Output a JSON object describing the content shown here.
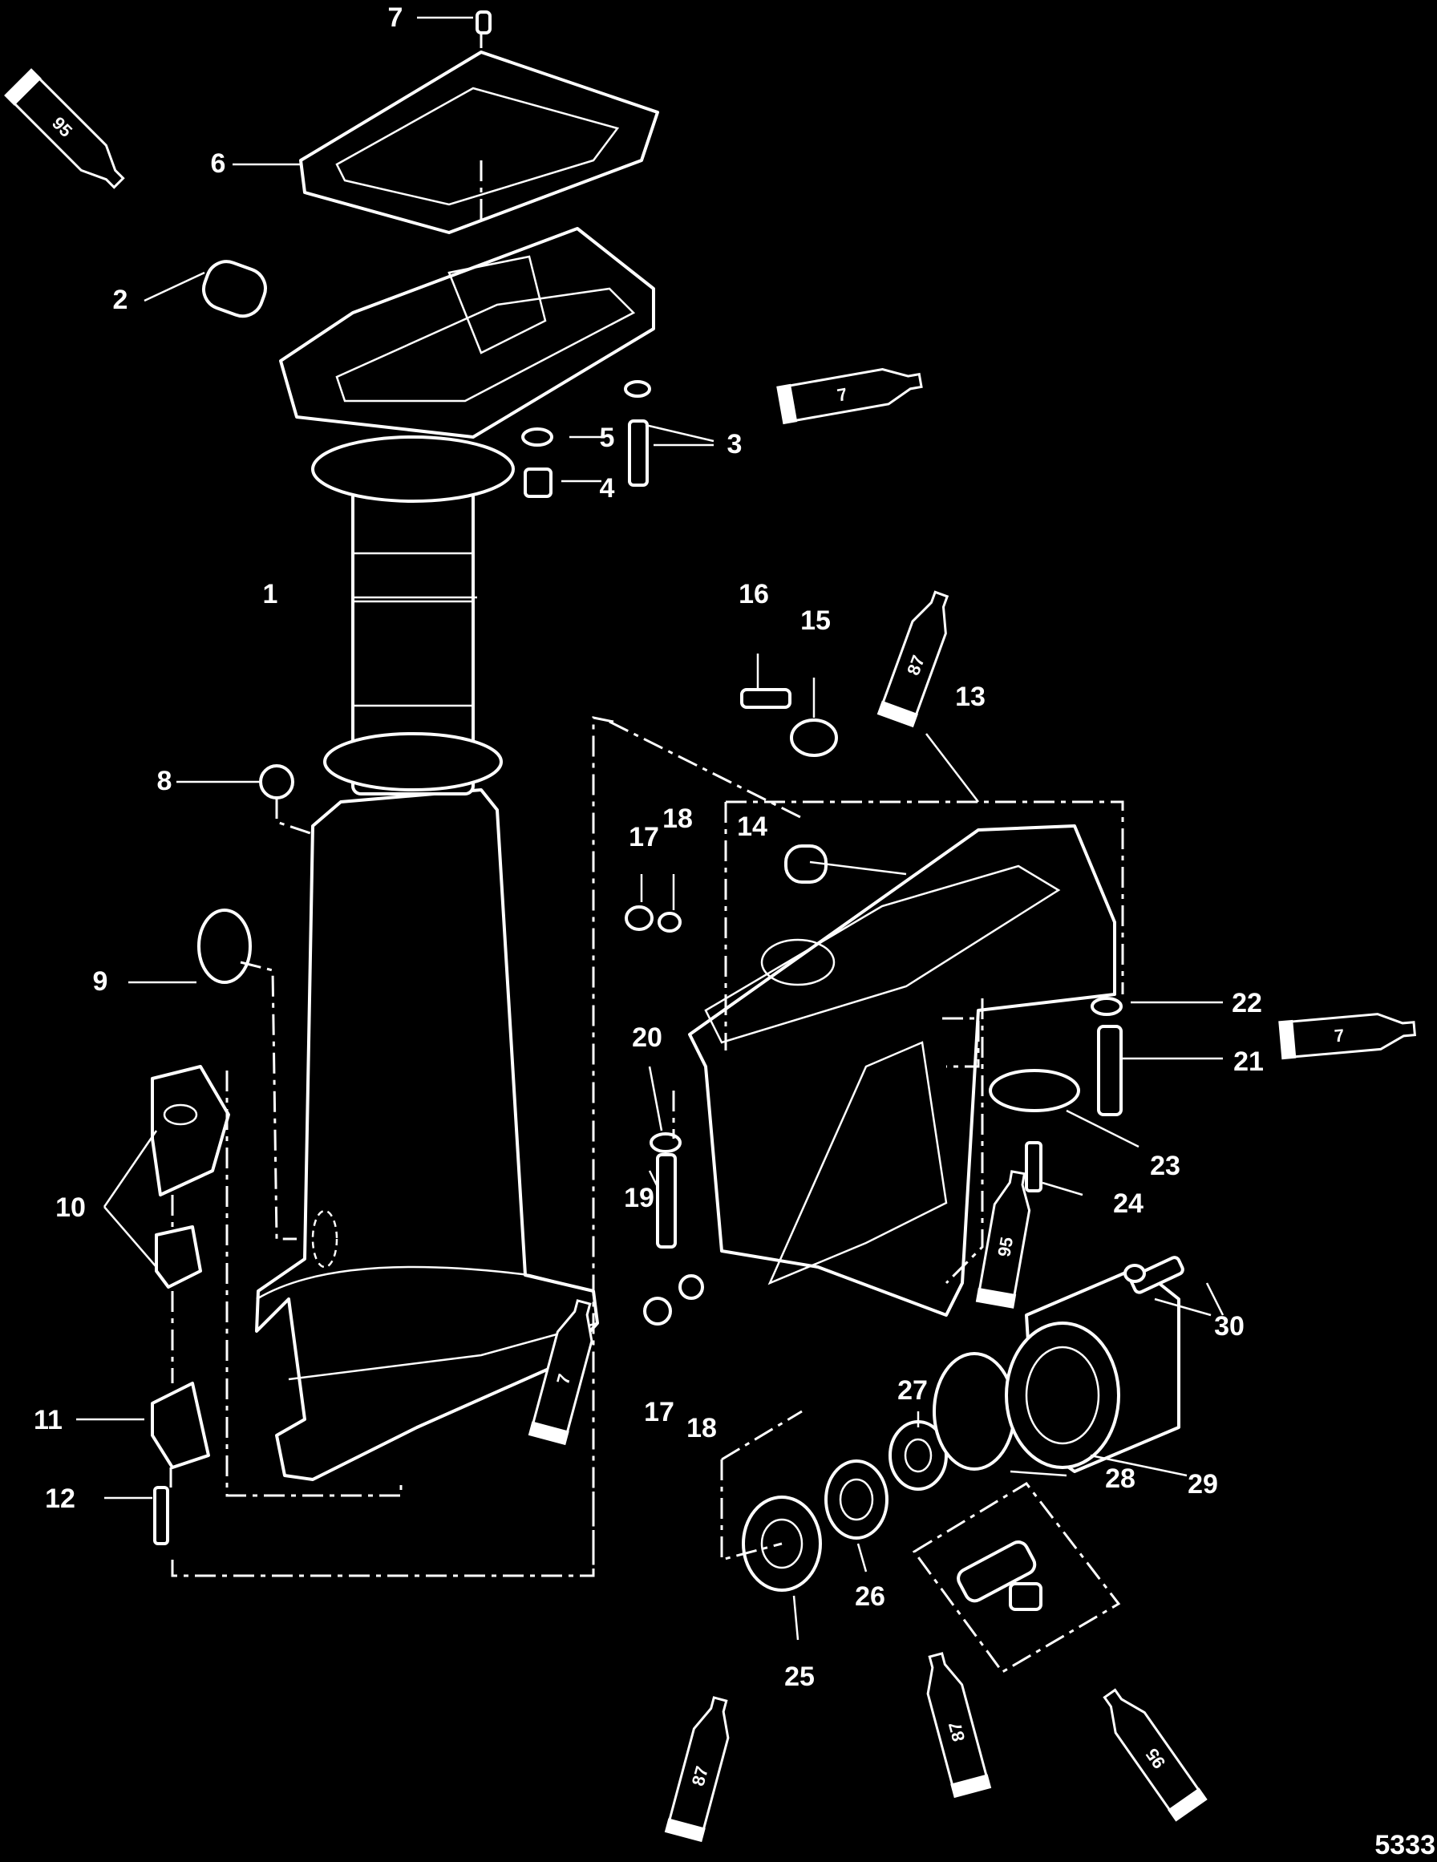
{
  "figure_number": "5333",
  "callouts": {
    "c1": "1",
    "c2": "2",
    "c3": "3",
    "c4": "4",
    "c5": "5",
    "c6": "6",
    "c7": "7",
    "c8": "8",
    "c9": "9",
    "c10": "10",
    "c11": "11",
    "c12": "12",
    "c13": "13",
    "c14": "14",
    "c15": "15",
    "c16": "16",
    "c17a": "17",
    "c18a": "18",
    "c17b": "17",
    "c18b": "18",
    "c19": "19",
    "c20": "20",
    "c21": "21",
    "c22": "22",
    "c23": "23",
    "c24": "24",
    "c25": "25",
    "c26": "26",
    "c27": "27",
    "c28": "28",
    "c29": "29",
    "c30": "30"
  },
  "lubricants": {
    "t_top_left": "95",
    "t_right_3": "7",
    "t_center_87": "87",
    "t_right_21": "7",
    "t_center_95": "95",
    "t_bottom_left_7": "7",
    "t_bottom_25": "87",
    "t_bottom_26": "87",
    "t_bottom_right": "95"
  }
}
